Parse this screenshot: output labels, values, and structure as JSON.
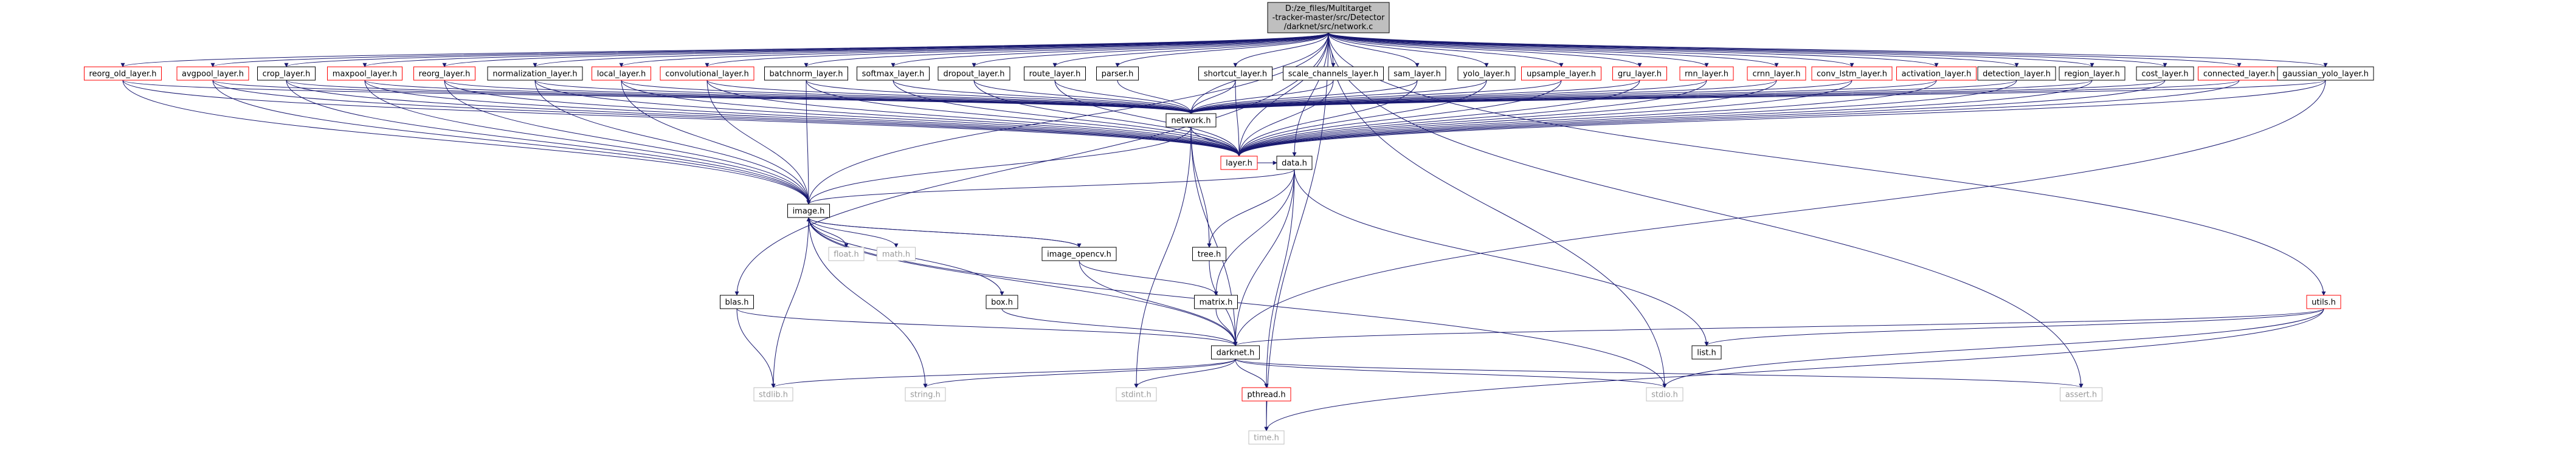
{
  "colors": {
    "edge": "#191970",
    "root_fill": "#bfbfbf",
    "documented_border": "#000000",
    "highlight_border": "#ff0000",
    "system_border": "#bfbfbf",
    "system_text": "#999999",
    "background": "#ffffff"
  },
  "root": {
    "label_lines": [
      "D:/ze_files/Multitarget",
      "-tracker-master/src/Detector",
      "/darknet/src/network.c"
    ]
  },
  "nodes": [
    {
      "id": "reorg_old",
      "label": "reorg_old_layer.h",
      "style": "red"
    },
    {
      "id": "avgpool",
      "label": "avgpool_layer.h",
      "style": "red"
    },
    {
      "id": "crop",
      "label": "crop_layer.h",
      "style": "black"
    },
    {
      "id": "maxpool",
      "label": "maxpool_layer.h",
      "style": "red"
    },
    {
      "id": "reorg",
      "label": "reorg_layer.h",
      "style": "red"
    },
    {
      "id": "normalization",
      "label": "normalization_layer.h",
      "style": "black"
    },
    {
      "id": "local",
      "label": "local_layer.h",
      "style": "red"
    },
    {
      "id": "convolutional",
      "label": "convolutional_layer.h",
      "style": "red"
    },
    {
      "id": "batchnorm",
      "label": "batchnorm_layer.h",
      "style": "black"
    },
    {
      "id": "softmax",
      "label": "softmax_layer.h",
      "style": "black"
    },
    {
      "id": "dropout",
      "label": "dropout_layer.h",
      "style": "black"
    },
    {
      "id": "route",
      "label": "route_layer.h",
      "style": "black"
    },
    {
      "id": "parser",
      "label": "parser.h",
      "style": "black"
    },
    {
      "id": "shortcut",
      "label": "shortcut_layer.h",
      "style": "black"
    },
    {
      "id": "scale_channels",
      "label": "scale_channels_layer.h",
      "style": "black"
    },
    {
      "id": "sam",
      "label": "sam_layer.h",
      "style": "black"
    },
    {
      "id": "yolo",
      "label": "yolo_layer.h",
      "style": "black"
    },
    {
      "id": "upsample",
      "label": "upsample_layer.h",
      "style": "red"
    },
    {
      "id": "gru",
      "label": "gru_layer.h",
      "style": "red"
    },
    {
      "id": "rnn",
      "label": "rnn_layer.h",
      "style": "red"
    },
    {
      "id": "crnn",
      "label": "crnn_layer.h",
      "style": "red"
    },
    {
      "id": "conv_lstm",
      "label": "conv_lstm_layer.h",
      "style": "red"
    },
    {
      "id": "activation",
      "label": "activation_layer.h",
      "style": "red"
    },
    {
      "id": "detection",
      "label": "detection_layer.h",
      "style": "black"
    },
    {
      "id": "region",
      "label": "region_layer.h",
      "style": "black"
    },
    {
      "id": "cost",
      "label": "cost_layer.h",
      "style": "black"
    },
    {
      "id": "connected",
      "label": "connected_layer.h",
      "style": "red"
    },
    {
      "id": "gaussian_yolo",
      "label": "gaussian_yolo_layer.h",
      "style": "black"
    },
    {
      "id": "network",
      "label": "network.h",
      "style": "black"
    },
    {
      "id": "layer",
      "label": "layer.h",
      "style": "red"
    },
    {
      "id": "data",
      "label": "data.h",
      "style": "black"
    },
    {
      "id": "image",
      "label": "image.h",
      "style": "black"
    },
    {
      "id": "tree",
      "label": "tree.h",
      "style": "black"
    },
    {
      "id": "float",
      "label": "float.h",
      "style": "grey"
    },
    {
      "id": "math",
      "label": "math.h",
      "style": "grey"
    },
    {
      "id": "image_opencv",
      "label": "image_opencv.h",
      "style": "black"
    },
    {
      "id": "blas",
      "label": "blas.h",
      "style": "black"
    },
    {
      "id": "box",
      "label": "box.h",
      "style": "black"
    },
    {
      "id": "matrix",
      "label": "matrix.h",
      "style": "black"
    },
    {
      "id": "utils",
      "label": "utils.h",
      "style": "red"
    },
    {
      "id": "darknet",
      "label": "darknet.h",
      "style": "black"
    },
    {
      "id": "list",
      "label": "list.h",
      "style": "black"
    },
    {
      "id": "stdlib",
      "label": "stdlib.h",
      "style": "grey"
    },
    {
      "id": "string",
      "label": "string.h",
      "style": "grey"
    },
    {
      "id": "stdint",
      "label": "stdint.h",
      "style": "grey"
    },
    {
      "id": "pthread",
      "label": "pthread.h",
      "style": "red"
    },
    {
      "id": "stdio",
      "label": "stdio.h",
      "style": "grey"
    },
    {
      "id": "assert",
      "label": "assert.h",
      "style": "grey"
    },
    {
      "id": "time",
      "label": "time.h",
      "style": "grey"
    }
  ],
  "edges": [
    [
      "root",
      "reorg_old"
    ],
    [
      "root",
      "avgpool"
    ],
    [
      "root",
      "crop"
    ],
    [
      "root",
      "maxpool"
    ],
    [
      "root",
      "reorg"
    ],
    [
      "root",
      "normalization"
    ],
    [
      "root",
      "local"
    ],
    [
      "root",
      "convolutional"
    ],
    [
      "root",
      "batchnorm"
    ],
    [
      "root",
      "softmax"
    ],
    [
      "root",
      "dropout"
    ],
    [
      "root",
      "route"
    ],
    [
      "root",
      "parser"
    ],
    [
      "root",
      "shortcut"
    ],
    [
      "root",
      "scale_channels"
    ],
    [
      "root",
      "sam"
    ],
    [
      "root",
      "yolo"
    ],
    [
      "root",
      "upsample"
    ],
    [
      "root",
      "gru"
    ],
    [
      "root",
      "rnn"
    ],
    [
      "root",
      "crnn"
    ],
    [
      "root",
      "conv_lstm"
    ],
    [
      "root",
      "activation"
    ],
    [
      "root",
      "detection"
    ],
    [
      "root",
      "region"
    ],
    [
      "root",
      "cost"
    ],
    [
      "root",
      "connected"
    ],
    [
      "root",
      "gaussian_yolo"
    ],
    [
      "root",
      "network"
    ],
    [
      "root",
      "image"
    ],
    [
      "root",
      "blas"
    ],
    [
      "root",
      "data"
    ],
    [
      "root",
      "utils"
    ],
    [
      "root",
      "time"
    ],
    [
      "root",
      "stdio"
    ],
    [
      "root",
      "assert"
    ],
    [
      "root",
      "layer"
    ],
    [
      "reorg_old",
      "layer"
    ],
    [
      "reorg_old",
      "network"
    ],
    [
      "reorg_old",
      "image"
    ],
    [
      "avgpool",
      "layer"
    ],
    [
      "avgpool",
      "network"
    ],
    [
      "avgpool",
      "image"
    ],
    [
      "crop",
      "layer"
    ],
    [
      "crop",
      "network"
    ],
    [
      "crop",
      "image"
    ],
    [
      "maxpool",
      "layer"
    ],
    [
      "maxpool",
      "network"
    ],
    [
      "maxpool",
      "image"
    ],
    [
      "reorg",
      "layer"
    ],
    [
      "reorg",
      "network"
    ],
    [
      "reorg",
      "image"
    ],
    [
      "normalization",
      "layer"
    ],
    [
      "normalization",
      "network"
    ],
    [
      "normalization",
      "image"
    ],
    [
      "local",
      "layer"
    ],
    [
      "local",
      "network"
    ],
    [
      "local",
      "image"
    ],
    [
      "convolutional",
      "layer"
    ],
    [
      "convolutional",
      "network"
    ],
    [
      "convolutional",
      "image"
    ],
    [
      "batchnorm",
      "layer"
    ],
    [
      "batchnorm",
      "network"
    ],
    [
      "batchnorm",
      "image"
    ],
    [
      "softmax",
      "layer"
    ],
    [
      "softmax",
      "network"
    ],
    [
      "dropout",
      "layer"
    ],
    [
      "dropout",
      "network"
    ],
    [
      "route",
      "layer"
    ],
    [
      "route",
      "network"
    ],
    [
      "parser",
      "network"
    ],
    [
      "shortcut",
      "layer"
    ],
    [
      "shortcut",
      "network"
    ],
    [
      "scale_channels",
      "layer"
    ],
    [
      "scale_channels",
      "network"
    ],
    [
      "sam",
      "layer"
    ],
    [
      "sam",
      "network"
    ],
    [
      "yolo",
      "layer"
    ],
    [
      "yolo",
      "network"
    ],
    [
      "upsample",
      "layer"
    ],
    [
      "upsample",
      "network"
    ],
    [
      "gru",
      "layer"
    ],
    [
      "gru",
      "network"
    ],
    [
      "rnn",
      "layer"
    ],
    [
      "rnn",
      "network"
    ],
    [
      "crnn",
      "layer"
    ],
    [
      "crnn",
      "network"
    ],
    [
      "conv_lstm",
      "layer"
    ],
    [
      "conv_lstm",
      "network"
    ],
    [
      "activation",
      "layer"
    ],
    [
      "activation",
      "network"
    ],
    [
      "detection",
      "layer"
    ],
    [
      "detection",
      "network"
    ],
    [
      "region",
      "layer"
    ],
    [
      "region",
      "network"
    ],
    [
      "cost",
      "layer"
    ],
    [
      "cost",
      "network"
    ],
    [
      "connected",
      "layer"
    ],
    [
      "connected",
      "network"
    ],
    [
      "gaussian_yolo",
      "layer"
    ],
    [
      "gaussian_yolo",
      "network"
    ],
    [
      "gaussian_yolo",
      "darknet"
    ],
    [
      "network",
      "layer"
    ],
    [
      "network",
      "image"
    ],
    [
      "network",
      "tree"
    ],
    [
      "network",
      "darknet"
    ],
    [
      "network",
      "stdint"
    ],
    [
      "layer",
      "data"
    ],
    [
      "data",
      "image"
    ],
    [
      "data",
      "tree"
    ],
    [
      "data",
      "matrix"
    ],
    [
      "data",
      "list"
    ],
    [
      "data",
      "pthread"
    ],
    [
      "data",
      "darknet"
    ],
    [
      "image",
      "float"
    ],
    [
      "image",
      "math"
    ],
    [
      "image",
      "image_opencv"
    ],
    [
      "image",
      "box"
    ],
    [
      "image",
      "darknet"
    ],
    [
      "image",
      "stdlib"
    ],
    [
      "image",
      "string"
    ],
    [
      "image",
      "stdio"
    ],
    [
      "image_opencv",
      "image"
    ],
    [
      "image_opencv",
      "matrix"
    ],
    [
      "image_opencv",
      "darknet"
    ],
    [
      "tree",
      "darknet"
    ],
    [
      "box",
      "darknet"
    ],
    [
      "matrix",
      "darknet"
    ],
    [
      "blas",
      "darknet"
    ],
    [
      "blas",
      "stdlib"
    ],
    [
      "utils",
      "darknet"
    ],
    [
      "utils",
      "list"
    ],
    [
      "utils",
      "stdio"
    ],
    [
      "utils",
      "time"
    ],
    [
      "darknet",
      "stdlib"
    ],
    [
      "darknet",
      "string"
    ],
    [
      "darknet",
      "stdint"
    ],
    [
      "darknet",
      "pthread"
    ],
    [
      "darknet",
      "stdio"
    ],
    [
      "darknet",
      "assert"
    ],
    [
      "pthread",
      "time"
    ]
  ]
}
